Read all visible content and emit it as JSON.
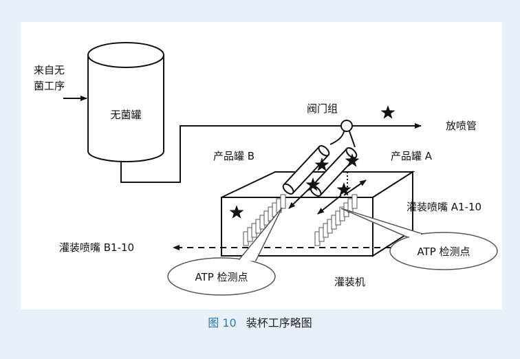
{
  "labels": {
    "source_line1": "来自无",
    "source_line2": "菌工序",
    "aseptic_tank": "无菌罐",
    "valve_group": "阀门组",
    "release_pipe": "放喷管",
    "product_tank_b": "产品罐 B",
    "product_tank_a": "产品罐 A",
    "nozzle_a": "灌装喷嘴 A1-10",
    "nozzle_b": "灌装喷嘴 B1-10",
    "atp_left": "ATP 检测点",
    "atp_right": "ATP 检测点",
    "filler": "灌装机"
  },
  "caption": {
    "number": "图 10",
    "title": "装杯工序略图"
  },
  "colors": {
    "background": "#e8f1fa",
    "panel": "#ffffff",
    "caption_number": "#2a7ab8"
  }
}
